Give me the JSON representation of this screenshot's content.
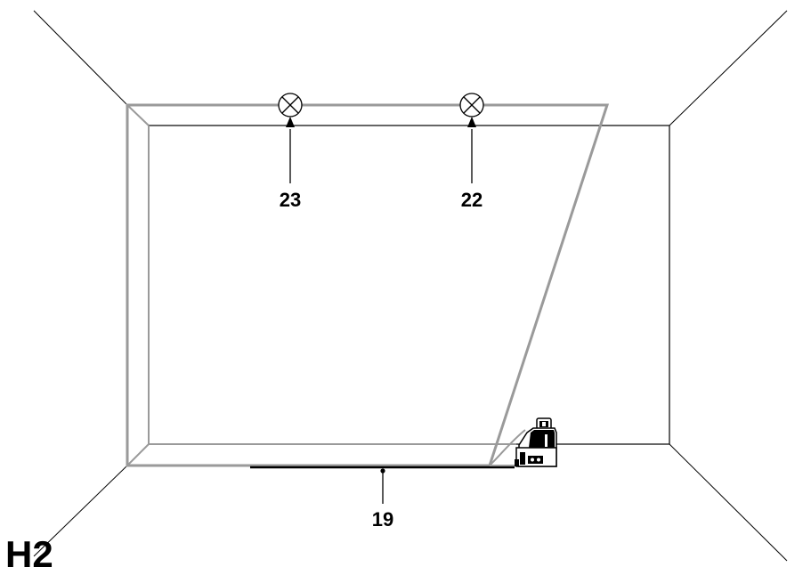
{
  "figure_label": "H2",
  "callouts": [
    {
      "id": "23",
      "label": "23"
    },
    {
      "id": "22",
      "label": "22"
    },
    {
      "id": "19",
      "label": "19"
    }
  ],
  "colors": {
    "room_lines": "#000000",
    "laser_line": "#9a9a9a",
    "background": "#ffffff"
  },
  "icons": {
    "ceiling_target": "crossed-circle-icon",
    "device": "laser-level-icon"
  }
}
